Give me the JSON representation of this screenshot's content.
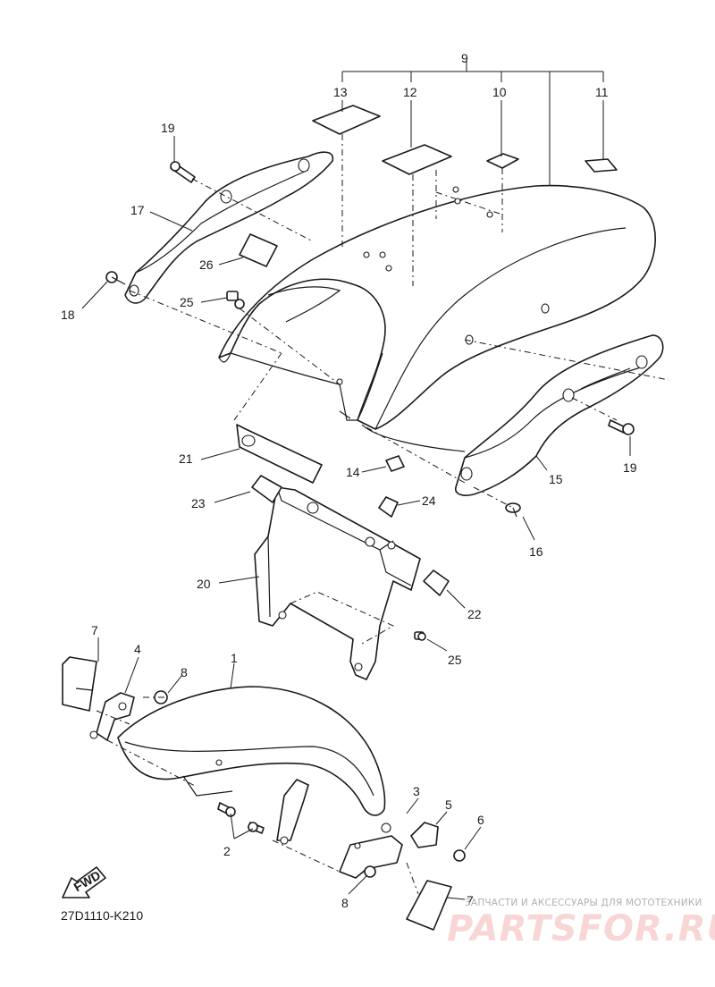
{
  "diagram": {
    "part_code": "27D1110-K210",
    "fwd_label": "FWD",
    "watermark_small": "ЗАПЧАСТИ И АКСЕССУАРЫ ДЛЯ МОТОТЕХНИКИ",
    "watermark_big": "PARTSFOR.RU",
    "callouts": {
      "c1": "1",
      "c2": "2",
      "c3": "3",
      "c4": "4",
      "c5": "5",
      "c6": "6",
      "c7a": "7",
      "c7b": "7",
      "c8a": "8",
      "c8b": "8",
      "c9": "9",
      "c10": "10",
      "c11": "11",
      "c12": "12",
      "c13": "13",
      "c14": "14",
      "c15": "15",
      "c16": "16",
      "c17": "17",
      "c18": "18",
      "c19a": "19",
      "c19b": "19",
      "c20": "20",
      "c21": "21",
      "c22": "22",
      "c23": "23",
      "c24": "24",
      "c25a": "25",
      "c25b": "25",
      "c26": "26"
    }
  }
}
